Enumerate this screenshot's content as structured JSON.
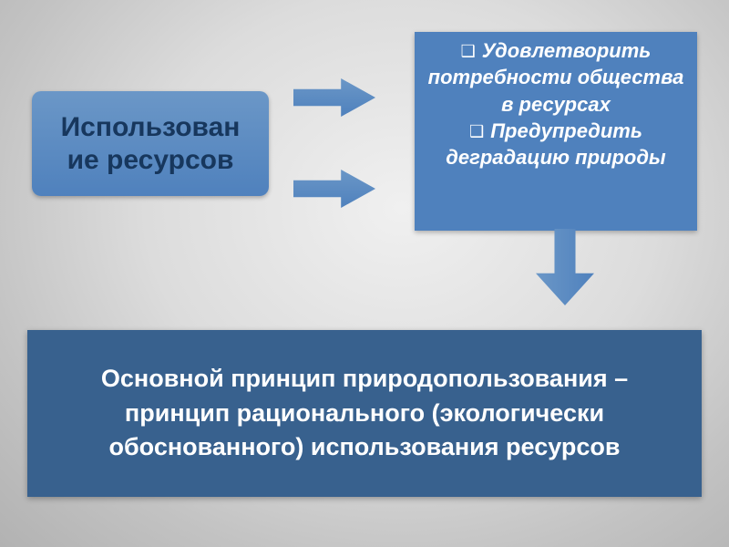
{
  "slide": {
    "source_box": {
      "label": "Использование ресурсов"
    },
    "goals_box": {
      "bullet": "❑",
      "items": [
        "Удовлетворить потребности общества в ресурсах",
        "Предупредить деградацию природы"
      ]
    },
    "principle_box": {
      "text": "Основной принцип природопользования – принцип рационального (экологически обоснованного) использования ресурсов"
    },
    "colors": {
      "box_blue": "#4f81bd",
      "box_blue_light": "#6b97c7",
      "title_text": "#17375d",
      "arrow": "#4f81bd",
      "arrow_light": "#6b97c7",
      "principle_bg": "#38618e"
    }
  }
}
